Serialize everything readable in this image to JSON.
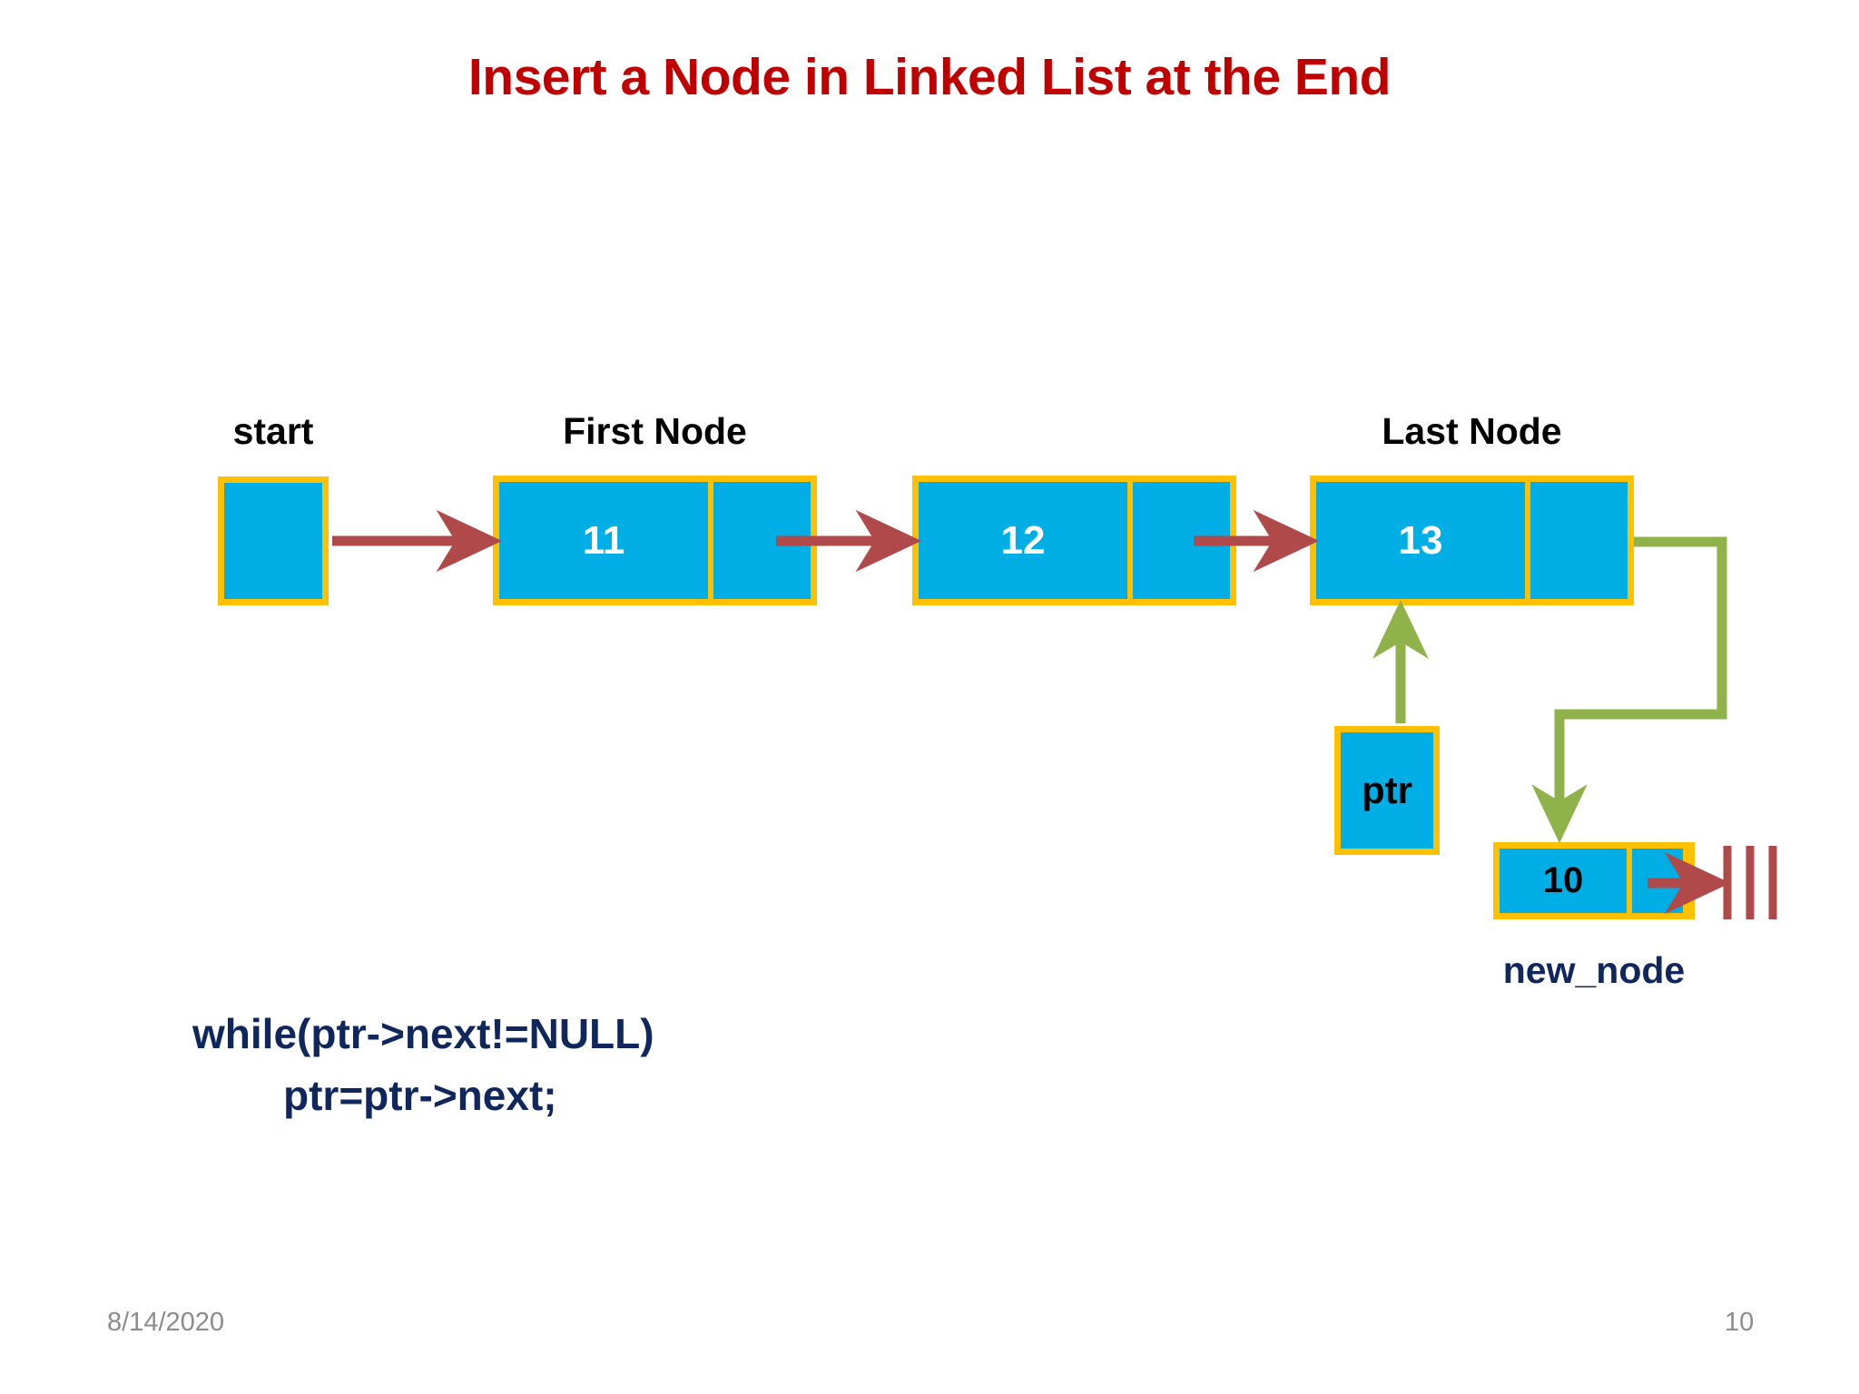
{
  "slide": {
    "title": "Insert a Node in Linked List at the End",
    "title_color": "#C00000",
    "background": "#ffffff"
  },
  "palette": {
    "node_fill": "#00AEE6",
    "node_border": "#FFC000",
    "red_arrow": "#B04A4A",
    "green_arrow": "#8FB34A",
    "code_text": "#10275E",
    "footer_text": "#8C8C8C"
  },
  "labels": {
    "start": "start",
    "first_node": "First Node",
    "last_node": "Last Node",
    "new_node": "new_node",
    "ptr": "ptr"
  },
  "list": {
    "nodes": [
      {
        "value": "11",
        "label": "First Node"
      },
      {
        "value": "12",
        "label": ""
      },
      {
        "value": "13",
        "label": "Last Node"
      }
    ],
    "new_node": {
      "value": "10",
      "label": "new_node"
    },
    "pointer_box": {
      "value": "ptr"
    },
    "start_box": {
      "value": ""
    }
  },
  "code": {
    "line1": "while(ptr->next!=NULL)",
    "line2": "ptr=ptr->next;"
  },
  "footer": {
    "date": "8/14/2020",
    "page": "10"
  }
}
